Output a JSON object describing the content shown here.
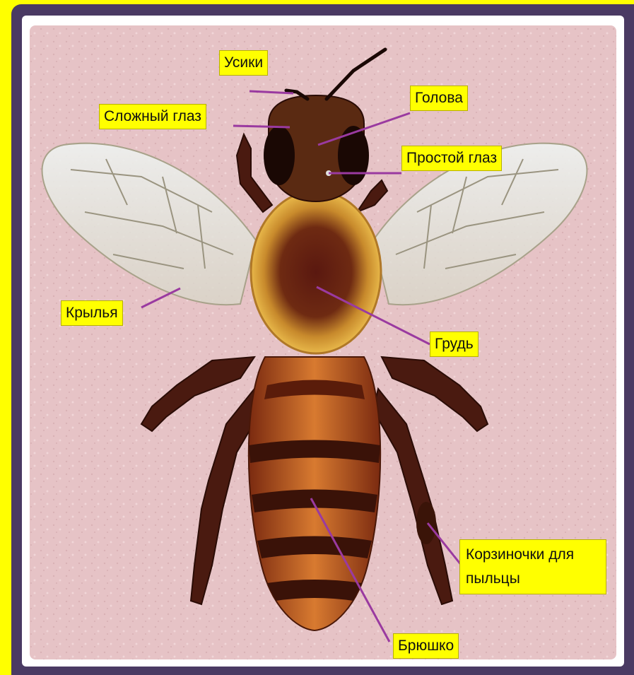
{
  "colors": {
    "outer_background": "#ffff00",
    "frame": "#4a3a63",
    "image_background": "#e8c6c8",
    "label_fill": "#ffff00",
    "leader_line": "#9a3aa0"
  },
  "image": {
    "subject": "honeybee-illustration"
  },
  "labels": {
    "antennae": "Усики",
    "compound_eye": "Сложный глаз",
    "head": "Голова",
    "simple_eye": "Простой глаз",
    "wings": "Крылья",
    "thorax": "Грудь",
    "pollen_baskets": "Корзиночки для пыльцы",
    "abdomen": "Брюшко"
  }
}
